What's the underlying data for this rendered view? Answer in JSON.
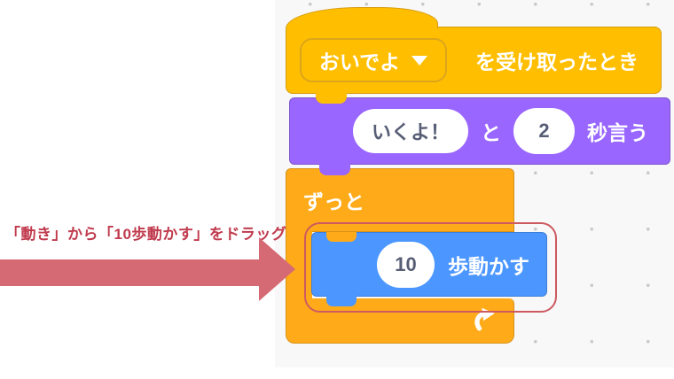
{
  "annotation": {
    "label": "「動き」から「10歩動かす」をドラッグ",
    "text_color": "#c03a4d",
    "arrow_color": "#d66a74"
  },
  "workspace": {
    "background_color": "#f8f8f8",
    "dot_color": "#c9c9c9"
  },
  "blocks": {
    "receive_hat": {
      "category": "events",
      "color": "#ffbf00",
      "border_color": "#d79c10",
      "dropdown_value": "おいでよ",
      "label": "を受け取ったとき"
    },
    "say_for_secs": {
      "category": "looks",
      "color": "#9966ff",
      "border_color": "#7e56cc",
      "message_value": "いくよ！",
      "connector_label": "と",
      "seconds_value": "2",
      "suffix_label": "秒言う"
    },
    "forever": {
      "category": "control",
      "color": "#ffab19",
      "border_color": "#d89219",
      "label": "ずっと"
    },
    "move_steps": {
      "category": "motion",
      "color": "#4c97ff",
      "border_color": "#3d7dd8",
      "steps_value": "10",
      "suffix_label": "歩動かす",
      "highlight_color": "#cc5a60"
    }
  }
}
